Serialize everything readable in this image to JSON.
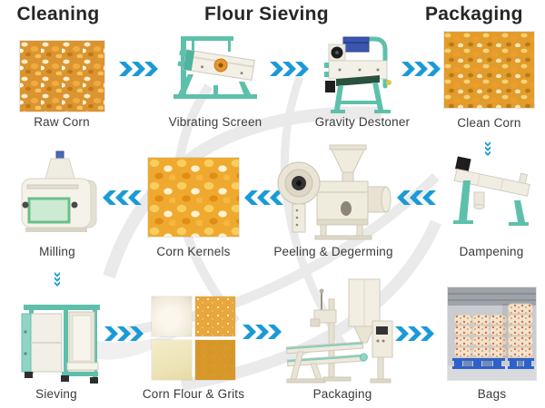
{
  "headers": {
    "cleaning": "Cleaning",
    "flour_sieving": "Flour Sieving",
    "packaging": "Packaging"
  },
  "nodes": {
    "raw_corn": {
      "label": "Raw Corn",
      "kind": "photo"
    },
    "vibrating_screen": {
      "label": "Vibrating Screen",
      "kind": "machine"
    },
    "gravity_destoner": {
      "label": "Gravity Destoner",
      "kind": "machine"
    },
    "clean_corn": {
      "label": "Clean Corn",
      "kind": "photo"
    },
    "milling": {
      "label": "Milling",
      "kind": "machine"
    },
    "corn_kernels": {
      "label": "Corn Kernels",
      "kind": "photo"
    },
    "peeling_degerming": {
      "label": "Peeling & Degerming",
      "kind": "machine"
    },
    "dampening": {
      "label": "Dampening",
      "kind": "machine"
    },
    "sieving": {
      "label": "Sieving",
      "kind": "machine"
    },
    "corn_flour_grits": {
      "label": "Corn Flour & Grits",
      "kind": "photo"
    },
    "packaging_machine": {
      "label": "Packaging",
      "kind": "machine"
    },
    "bags": {
      "label": "Bags",
      "kind": "photo"
    }
  },
  "process_sequence": [
    "Raw Corn",
    "Vibrating Screen",
    "Gravity Destoner",
    "Clean Corn",
    "Dampening",
    "Peeling & Degerming",
    "Corn Kernels",
    "Milling",
    "Sieving",
    "Corn Flour & Grits",
    "Packaging",
    "Bags"
  ],
  "colors": {
    "arrow_blue": "#1b9ad7",
    "machine_teal": "#5ec0ab",
    "machine_cream": "#f3f0e7",
    "corn_orange": "#db9430",
    "pallet_blue": "#2f62c8"
  }
}
